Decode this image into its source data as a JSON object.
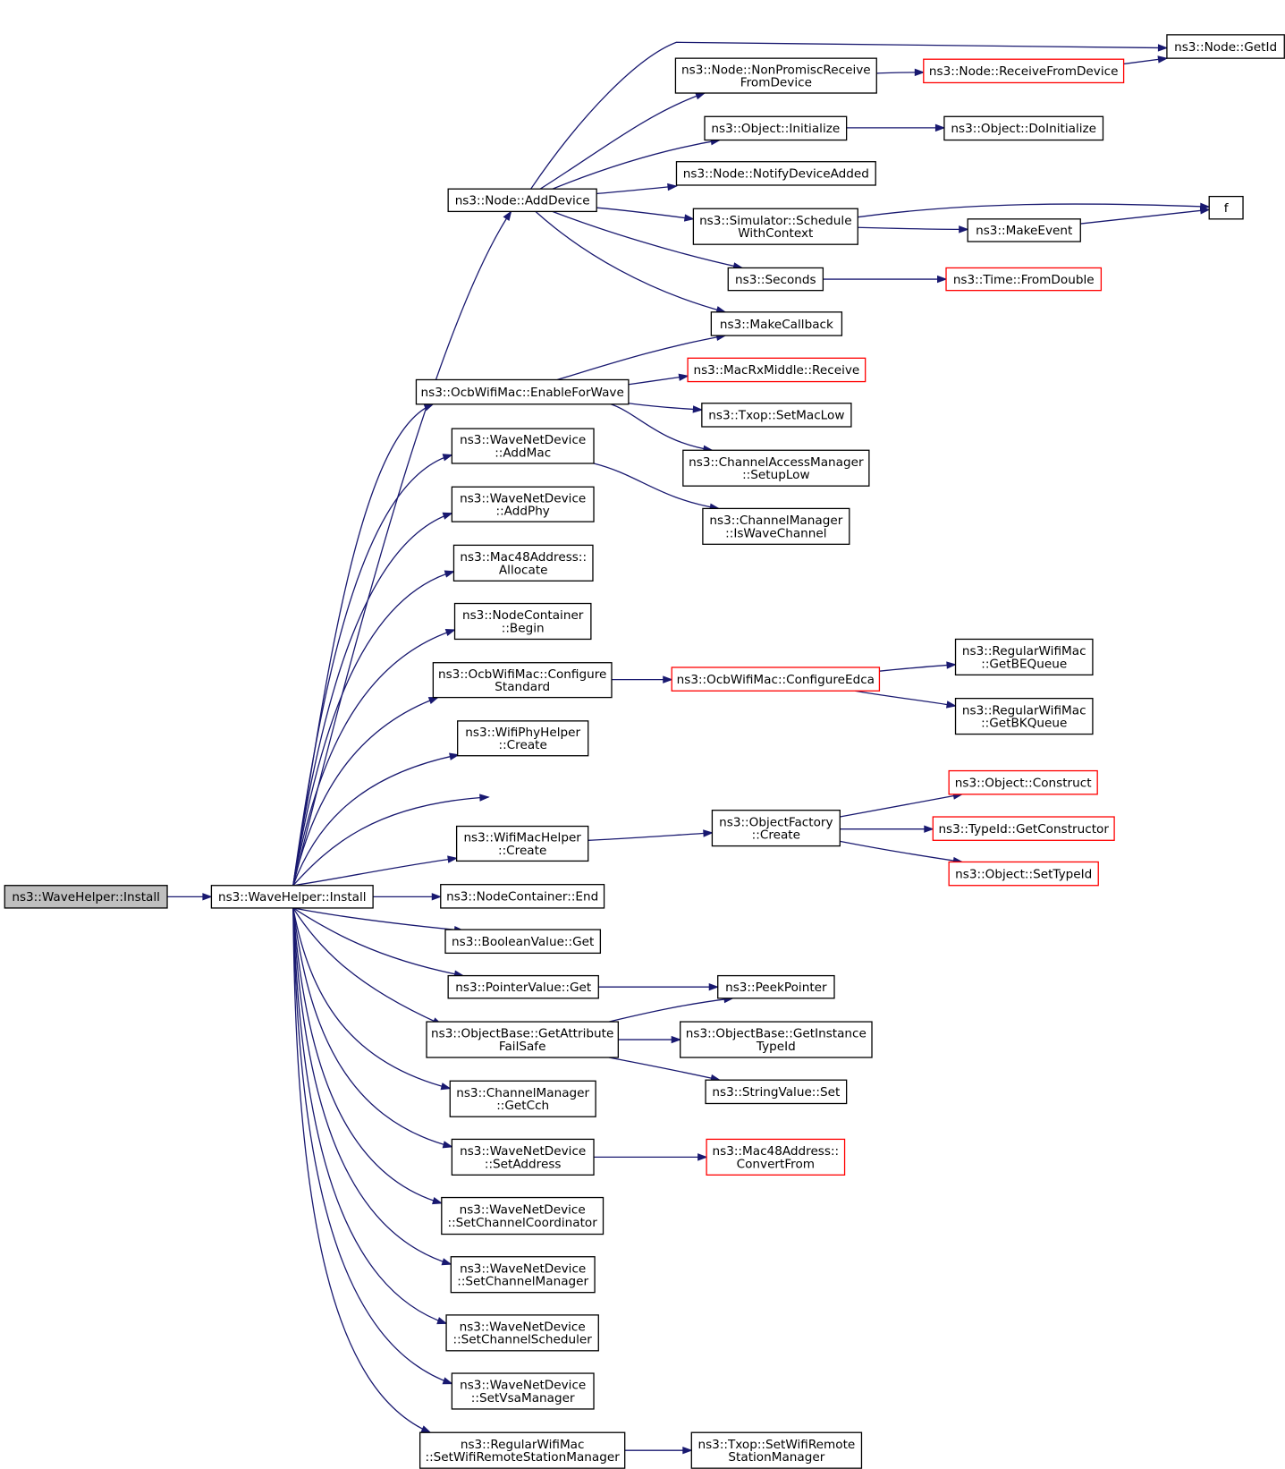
{
  "diagram": {
    "title": "",
    "colors": {
      "edge": "#191970",
      "node_border": "#000000",
      "external_border": "#ff0000",
      "root_fill": "#bfbfbf"
    },
    "nodes": {
      "root": {
        "lines": [
          "ns3::WaveHelper::Install"
        ],
        "style": "root"
      },
      "install": {
        "lines": [
          "ns3::WaveHelper::Install"
        ]
      },
      "adddevice": {
        "lines": [
          "ns3::Node::AddDevice"
        ]
      },
      "nonpromisc": {
        "lines": [
          "ns3::Node::NonPromiscReceive",
          "FromDevice"
        ]
      },
      "recvfromdev": {
        "lines": [
          "ns3::Node::ReceiveFromDevice"
        ],
        "style": "red"
      },
      "getid": {
        "lines": [
          "ns3::Node::GetId"
        ]
      },
      "objinit": {
        "lines": [
          "ns3::Object::Initialize"
        ]
      },
      "objdoinit": {
        "lines": [
          "ns3::Object::DoInitialize"
        ]
      },
      "notifydev": {
        "lines": [
          "ns3::Node::NotifyDeviceAdded"
        ]
      },
      "schedctx": {
        "lines": [
          "ns3::Simulator::Schedule",
          "WithContext"
        ]
      },
      "f": {
        "lines": [
          "f"
        ]
      },
      "makeevent": {
        "lines": [
          "ns3::MakeEvent"
        ]
      },
      "seconds": {
        "lines": [
          "ns3::Seconds"
        ]
      },
      "fromdouble": {
        "lines": [
          "ns3::Time::FromDouble"
        ],
        "style": "red"
      },
      "makecb": {
        "lines": [
          "ns3::MakeCallback"
        ]
      },
      "enablewave": {
        "lines": [
          "ns3::OcbWifiMac::EnableForWave"
        ]
      },
      "rxmiddle": {
        "lines": [
          "ns3::MacRxMiddle::Receive"
        ],
        "style": "red"
      },
      "setmaclow": {
        "lines": [
          "ns3::Txop::SetMacLow"
        ]
      },
      "chanaccess": {
        "lines": [
          "ns3::ChannelAccessManager",
          "::SetupLow"
        ]
      },
      "addmac": {
        "lines": [
          "ns3::WaveNetDevice",
          "::AddMac"
        ]
      },
      "iswave": {
        "lines": [
          "ns3::ChannelManager",
          "::IsWaveChannel"
        ]
      },
      "addphy": {
        "lines": [
          "ns3::WaveNetDevice",
          "::AddPhy"
        ]
      },
      "allocate": {
        "lines": [
          "ns3::Mac48Address::",
          "Allocate"
        ]
      },
      "begin": {
        "lines": [
          "ns3::NodeContainer",
          "::Begin"
        ]
      },
      "confstd": {
        "lines": [
          "ns3::OcbWifiMac::Configure",
          "Standard"
        ]
      },
      "confedca": {
        "lines": [
          "ns3::OcbWifiMac::ConfigureEdca"
        ],
        "style": "red"
      },
      "getbe": {
        "lines": [
          "ns3::RegularWifiMac",
          "::GetBEQueue"
        ]
      },
      "getbk": {
        "lines": [
          "ns3::RegularWifiMac",
          "::GetBKQueue"
        ]
      },
      "phycreate": {
        "lines": [
          "ns3::WifiPhyHelper",
          "::Create"
        ]
      },
      "maccreate": {
        "lines": [
          "ns3::WifiMacHelper",
          "::Create"
        ]
      },
      "objfactory": {
        "lines": [
          "ns3::ObjectFactory",
          "::Create"
        ]
      },
      "construct": {
        "lines": [
          "ns3::Object::Construct"
        ],
        "style": "red"
      },
      "getctor": {
        "lines": [
          "ns3::TypeId::GetConstructor"
        ],
        "style": "red"
      },
      "settypeid": {
        "lines": [
          "ns3::Object::SetTypeId"
        ],
        "style": "red"
      },
      "end": {
        "lines": [
          "ns3::NodeContainer::End"
        ]
      },
      "boolget": {
        "lines": [
          "ns3::BooleanValue::Get"
        ]
      },
      "ptrget": {
        "lines": [
          "ns3::PointerValue::Get"
        ]
      },
      "peekptr": {
        "lines": [
          "ns3::PeekPointer"
        ]
      },
      "getattrfs": {
        "lines": [
          "ns3::ObjectBase::GetAttribute",
          "FailSafe"
        ]
      },
      "getinsttid": {
        "lines": [
          "ns3::ObjectBase::GetInstance",
          "TypeId"
        ]
      },
      "strset": {
        "lines": [
          "ns3::StringValue::Set"
        ]
      },
      "getcch": {
        "lines": [
          "ns3::ChannelManager",
          "::GetCch"
        ]
      },
      "setaddr": {
        "lines": [
          "ns3::WaveNetDevice",
          "::SetAddress"
        ]
      },
      "convfrom": {
        "lines": [
          "ns3::Mac48Address::",
          "ConvertFrom"
        ],
        "style": "red"
      },
      "setchcoord": {
        "lines": [
          "ns3::WaveNetDevice",
          "::SetChannelCoordinator"
        ]
      },
      "setchmgr": {
        "lines": [
          "ns3::WaveNetDevice",
          "::SetChannelManager"
        ]
      },
      "setchsched": {
        "lines": [
          "ns3::WaveNetDevice",
          "::SetChannelScheduler"
        ]
      },
      "setvsa": {
        "lines": [
          "ns3::WaveNetDevice",
          "::SetVsaManager"
        ]
      },
      "setrsm": {
        "lines": [
          "ns3::RegularWifiMac",
          "::SetWifiRemoteStationManager"
        ]
      },
      "txopsetrsm": {
        "lines": [
          "ns3::Txop::SetWifiRemote",
          "StationManager"
        ]
      }
    },
    "edges": [
      [
        "root",
        "install"
      ],
      [
        "install",
        "adddevice"
      ],
      [
        "install",
        "enablewave"
      ],
      [
        "install",
        "addmac"
      ],
      [
        "install",
        "addphy"
      ],
      [
        "install",
        "allocate"
      ],
      [
        "install",
        "begin"
      ],
      [
        "install",
        "confstd"
      ],
      [
        "install",
        "phycreate"
      ],
      [
        "install",
        "objfactory"
      ],
      [
        "install",
        "maccreate"
      ],
      [
        "install",
        "end"
      ],
      [
        "install",
        "boolget"
      ],
      [
        "install",
        "ptrget"
      ],
      [
        "install",
        "getattrfs"
      ],
      [
        "install",
        "getcch"
      ],
      [
        "install",
        "setaddr"
      ],
      [
        "install",
        "setchcoord"
      ],
      [
        "install",
        "setchmgr"
      ],
      [
        "install",
        "setchsched"
      ],
      [
        "install",
        "setvsa"
      ],
      [
        "install",
        "setrsm"
      ],
      [
        "adddevice",
        "getid"
      ],
      [
        "adddevice",
        "nonpromisc"
      ],
      [
        "adddevice",
        "objinit"
      ],
      [
        "adddevice",
        "notifydev"
      ],
      [
        "adddevice",
        "schedctx"
      ],
      [
        "adddevice",
        "seconds"
      ],
      [
        "adddevice",
        "makecb"
      ],
      [
        "nonpromisc",
        "recvfromdev"
      ],
      [
        "recvfromdev",
        "getid"
      ],
      [
        "objinit",
        "objdoinit"
      ],
      [
        "schedctx",
        "f"
      ],
      [
        "schedctx",
        "makeevent"
      ],
      [
        "makeevent",
        "f"
      ],
      [
        "seconds",
        "fromdouble"
      ],
      [
        "enablewave",
        "makecb"
      ],
      [
        "enablewave",
        "rxmiddle"
      ],
      [
        "enablewave",
        "setmaclow"
      ],
      [
        "enablewave",
        "chanaccess"
      ],
      [
        "addmac",
        "iswave"
      ],
      [
        "confstd",
        "confedca"
      ],
      [
        "confedca",
        "getbe"
      ],
      [
        "confedca",
        "getbk"
      ],
      [
        "maccreate",
        "objfactory"
      ],
      [
        "objfactory",
        "construct"
      ],
      [
        "objfactory",
        "getctor"
      ],
      [
        "objfactory",
        "settypeid"
      ],
      [
        "ptrget",
        "peekptr"
      ],
      [
        "getattrfs",
        "peekptr"
      ],
      [
        "getattrfs",
        "getinsttid"
      ],
      [
        "getattrfs",
        "strset"
      ],
      [
        "setaddr",
        "convfrom"
      ],
      [
        "setrsm",
        "txopsetrsm"
      ]
    ]
  }
}
